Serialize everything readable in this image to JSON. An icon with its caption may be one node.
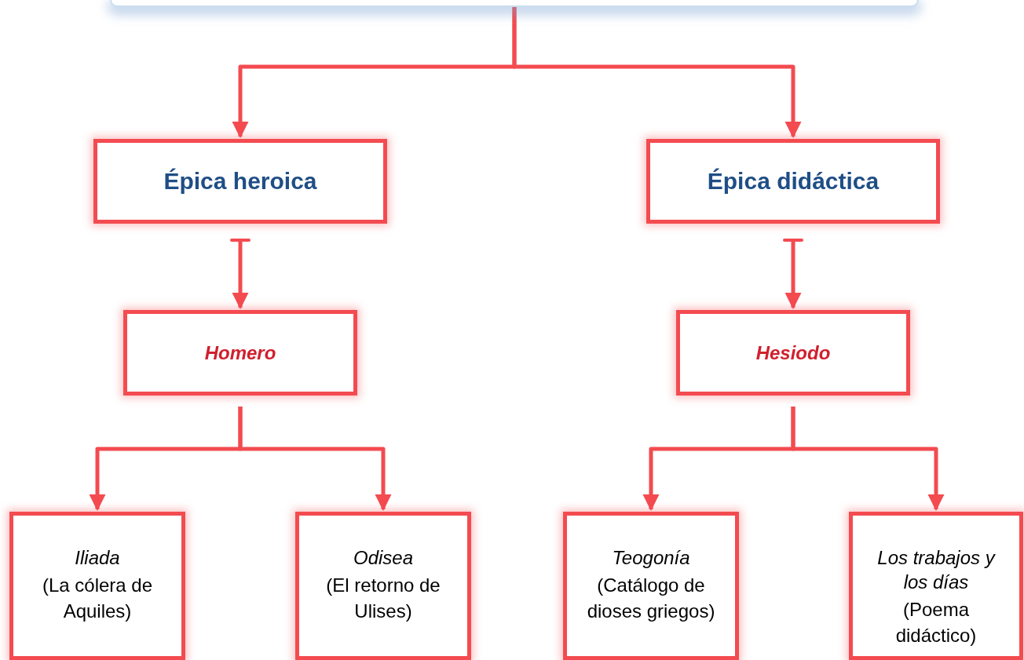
{
  "diagram": {
    "nodes": [
      {
        "text": [],
        "shape": "box"
      },
      {
        "text": [
          "Épica heroica"
        ]
      },
      {
        "text": [
          "Épica didáctica"
        ]
      },
      {
        "text": [
          "Homero"
        ]
      },
      {
        "text": [
          "Hesiodo"
        ]
      },
      {
        "text": [
          "Iliada",
          "(La cólera de Aquiles)"
        ]
      },
      {
        "text": [
          "Odisea",
          "(El retorno de Ulises)"
        ]
      },
      {
        "text": [
          "Teogonía",
          "(Catálogo de dioses griegos)"
        ]
      },
      {
        "text": [
          "Los trabajos y los días",
          "(Poema didáctico)"
        ]
      }
    ],
    "edges": [
      {
        "from": 0,
        "to": 1,
        "arrow": "to"
      },
      {
        "from": 0,
        "to": 2,
        "arrow": "to"
      },
      {
        "from": 1,
        "to": 3,
        "arrow": "to"
      },
      {
        "from": 2,
        "to": 4,
        "arrow": "to"
      },
      {
        "from": 3,
        "to": 5,
        "arrow": "to"
      },
      {
        "from": 3,
        "to": 6,
        "arrow": "to"
      },
      {
        "from": 4,
        "to": 7,
        "arrow": "to"
      },
      {
        "from": 4,
        "to": 8,
        "arrow": "to"
      }
    ]
  }
}
